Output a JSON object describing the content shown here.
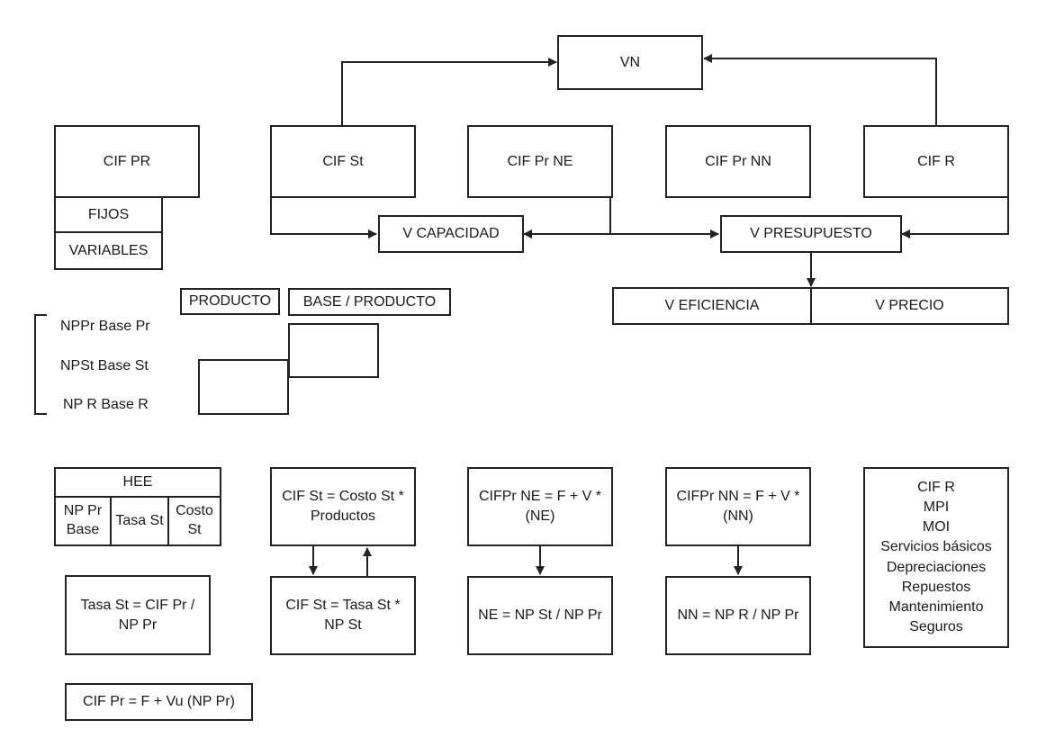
{
  "top": {
    "vn": "VN",
    "cif_pr": "CIF PR",
    "cif_st": "CIF St",
    "cif_pr_ne": "CIF Pr NE",
    "cif_pr_nn": "CIF Pr NN",
    "cif_r": "CIF R",
    "fijos": "FIJOS",
    "variables": "VARIABLES",
    "v_capacidad": "V CAPACIDAD",
    "v_presupuesto": "V PRESUPUESTO",
    "v_eficiencia": "V EFICIENCIA",
    "v_precio": "V PRECIO"
  },
  "bases": {
    "producto": "PRODUCTO",
    "base_producto": "BASE / PRODUCTO",
    "lines": [
      "NPPr  Base Pr",
      "NPSt  Base St",
      "NP R  Base R"
    ]
  },
  "hee": {
    "title": "HEE",
    "cells": [
      "NP Pr Base",
      "Tasa St",
      "Costo St"
    ]
  },
  "formulas": {
    "tasa_st": "Tasa St = CIF Pr / NP Pr",
    "cif_pr_formula": "CIF Pr = F + Vu (NP Pr)",
    "cif_st_costo": "CIF St = Costo St * Productos",
    "cif_st_tasa": "CIF St = Tasa St * NP St",
    "cifpr_ne": "CIFPr NE = F + V * (NE)",
    "ne": "NE = NP St  /  NP Pr",
    "cifpr_nn": "CIFPr NN = F + V * (NN)",
    "nn": "NN = NP R  /  NP Pr"
  },
  "cif_r_list": {
    "items": [
      "CIF R",
      "MPI",
      "MOI",
      "Servicios básicos",
      "Depreciaciones",
      "Repuestos",
      "Mantenimiento",
      "Seguros"
    ]
  }
}
